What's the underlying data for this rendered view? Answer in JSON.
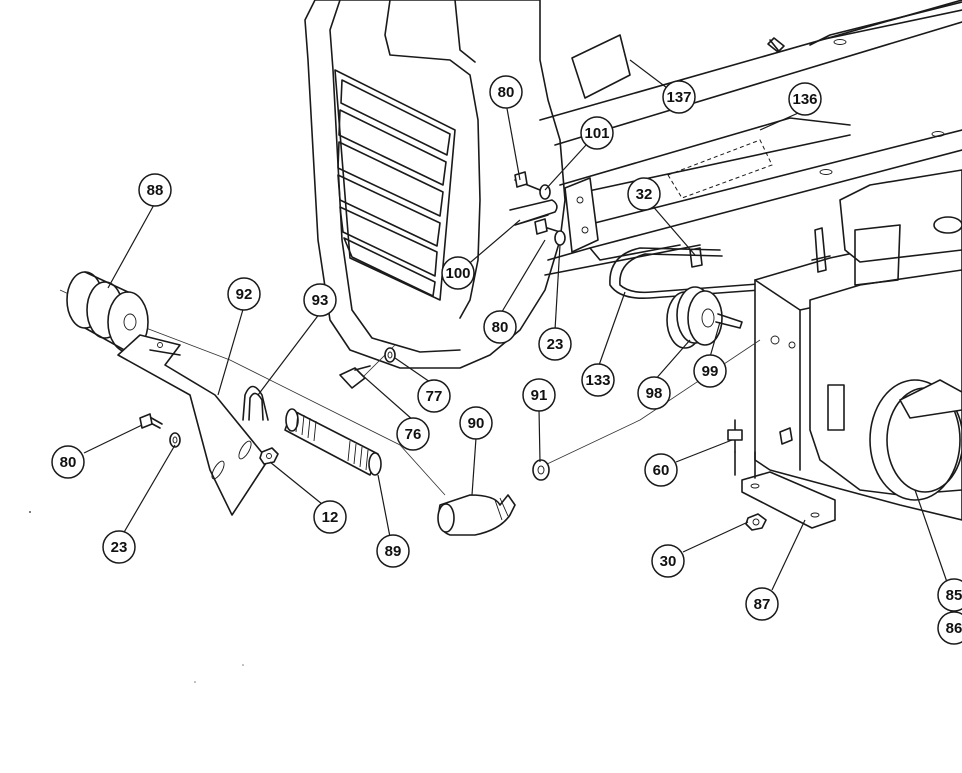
{
  "callouts": [
    {
      "label": "80"
    },
    {
      "label": "137"
    },
    {
      "label": "136"
    },
    {
      "label": "101"
    },
    {
      "label": "32"
    },
    {
      "label": "88"
    },
    {
      "label": "100"
    },
    {
      "label": "92"
    },
    {
      "label": "93"
    },
    {
      "label": "80"
    },
    {
      "label": "23"
    },
    {
      "label": "133"
    },
    {
      "label": "99"
    },
    {
      "label": "98"
    },
    {
      "label": "77"
    },
    {
      "label": "91"
    },
    {
      "label": "76"
    },
    {
      "label": "90"
    },
    {
      "label": "80"
    },
    {
      "label": "60"
    },
    {
      "label": "12"
    },
    {
      "label": "89"
    },
    {
      "label": "23"
    },
    {
      "label": "30"
    },
    {
      "label": "87"
    },
    {
      "label": "85"
    },
    {
      "label": "86"
    }
  ]
}
